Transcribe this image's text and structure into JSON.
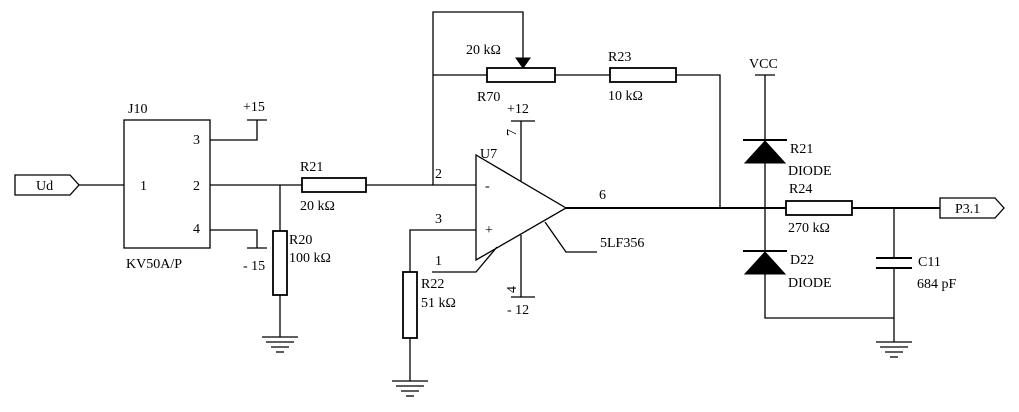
{
  "ports": {
    "input": "Ud",
    "output": "P3.1"
  },
  "j10": {
    "ref": "J10",
    "model": "KV50A/P",
    "pin1": "1",
    "pin2": "2",
    "pin3": "3",
    "pin4": "4",
    "supply_pos": "+15",
    "supply_neg": "- 15"
  },
  "r21_in": {
    "ref": "R21",
    "value": "20 kΩ"
  },
  "r20": {
    "ref": "R20",
    "value": "100 kΩ"
  },
  "r22": {
    "ref": "R22",
    "value": "51 kΩ"
  },
  "r70": {
    "ref": "R70",
    "value": "20 kΩ"
  },
  "r23": {
    "ref": "R23",
    "value": "10 kΩ"
  },
  "u7": {
    "ref": "U7",
    "part": "5LF356",
    "minus_sign": "-",
    "plus_sign": "+",
    "pin_inv": "2",
    "pin_noninv": "3",
    "pin_1": "1",
    "pin_out": "6",
    "pin_7": "7",
    "pin_4": "4",
    "vpos": "+12",
    "vneg": "- 12"
  },
  "vcc": "VCC",
  "d_upper": {
    "ref": "R21",
    "type": "DIODE"
  },
  "d_lower": {
    "ref": "D22",
    "type": "DIODE"
  },
  "r24": {
    "ref": "R24",
    "value": "270 kΩ"
  },
  "c11": {
    "ref": "C11",
    "value": "684 pF"
  }
}
